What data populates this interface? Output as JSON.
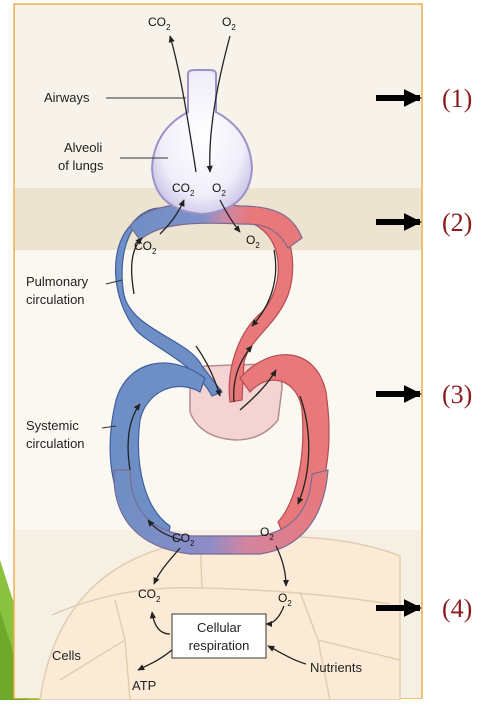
{
  "labels": {
    "airways": "Airways",
    "alveoli_line1": "Alveoli",
    "alveoli_line2": "of lungs",
    "pulmonary_line1": "Pulmonary",
    "pulmonary_line2": "circulation",
    "systemic_line1": "Systemic",
    "systemic_line2": "circulation",
    "cells": "Cells",
    "cellular_line1": "Cellular",
    "cellular_line2": "respiration",
    "nutrients": "Nutrients",
    "atp": "ATP"
  },
  "gases": {
    "co2_main": "CO",
    "o2_main": "O",
    "subscript": "2"
  },
  "markers": [
    "(1)",
    "(2)",
    "(3)",
    "(4)"
  ],
  "colors": {
    "blood_red": "#e8787a",
    "blood_blue": "#6e8fc6",
    "marker_red": "#8b1a1a",
    "panel_bg": "#f7f2ea",
    "band_tan": "#ede3d1",
    "border_orange": "#e9b24a",
    "cell_fill": "#fbebd6",
    "green_accent": "#8ac23f"
  }
}
